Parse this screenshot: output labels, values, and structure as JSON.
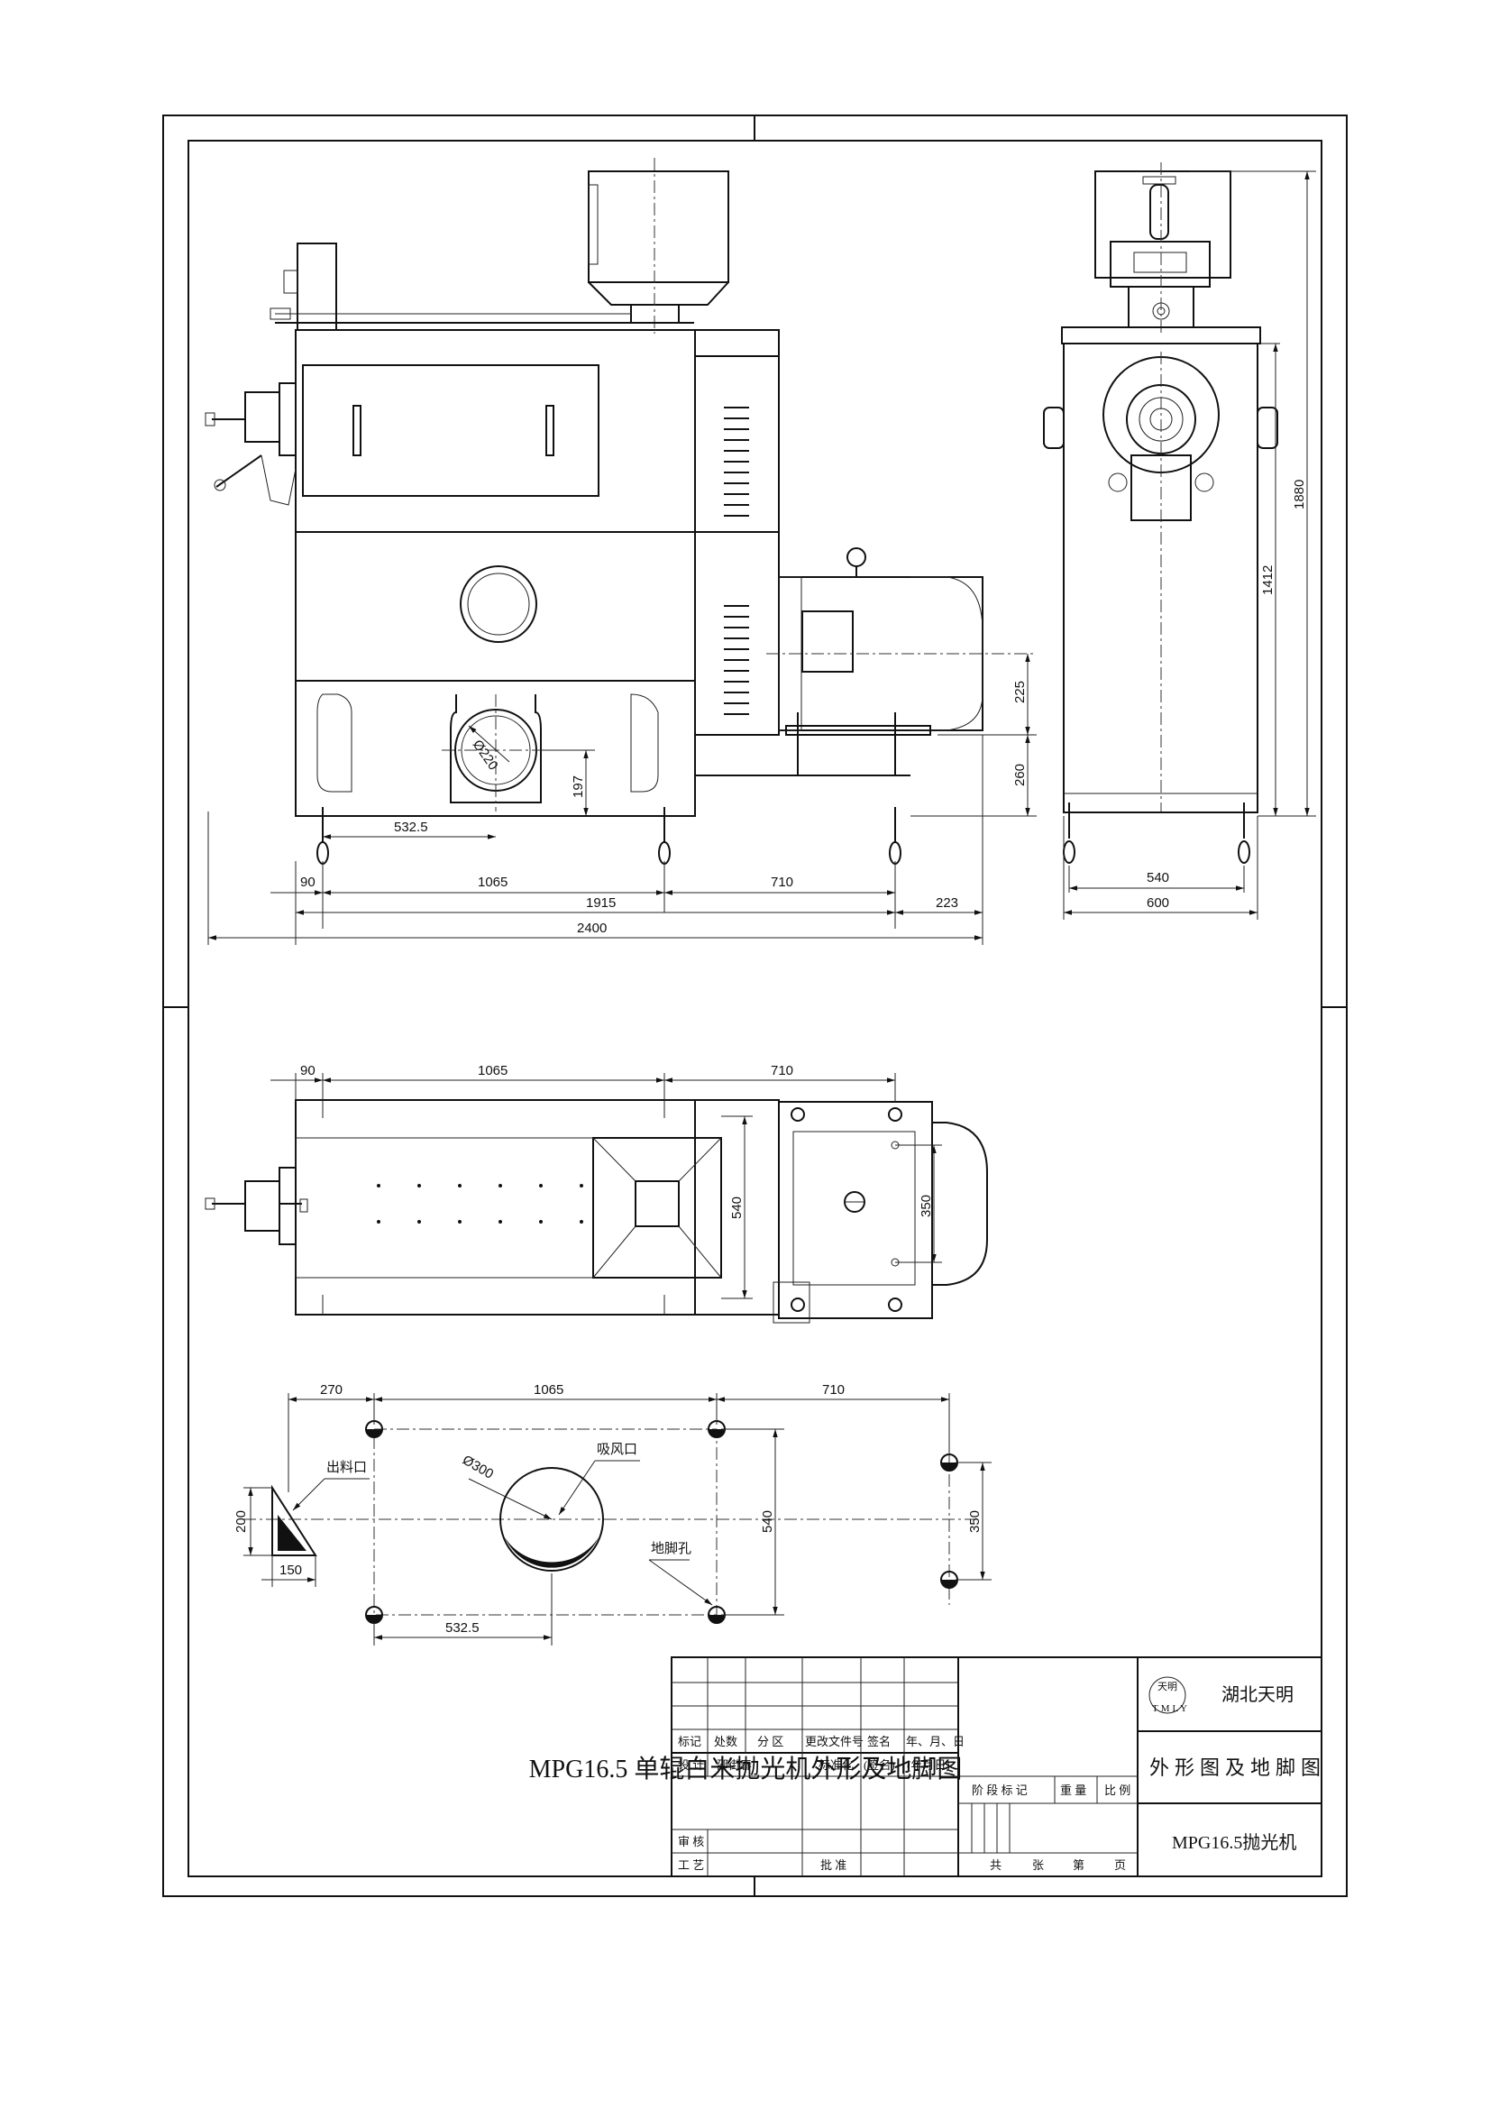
{
  "dimensions": {
    "front_view": {
      "d_220": "Ø220",
      "h_197": "197",
      "h_225": "225",
      "h_260": "260",
      "w_532_5": "532.5",
      "w_90": "90",
      "w_1065": "1065",
      "w_710": "710",
      "w_1915": "1915",
      "w_223": "223",
      "w_2400": "2400"
    },
    "side_view": {
      "h_1880": "1880",
      "h_1412": "1412",
      "w_540": "540",
      "w_600": "600"
    },
    "top_view": {
      "w_90": "90",
      "w_1065": "1065",
      "w_710": "710",
      "h_540": "540",
      "h_350": "350"
    },
    "foundation_plan": {
      "w_270": "270",
      "w_1065": "1065",
      "w_710": "710",
      "h_200": "200",
      "w_150": "150",
      "d_300": "Ø300",
      "w_532_5": "532.5",
      "h_540": "540",
      "h_350": "350"
    }
  },
  "labels": {
    "outlet": "出料口",
    "suction_port": "吸风口",
    "anchor_hole": "地脚孔"
  },
  "title_block": {
    "company": "湖北天明",
    "logo_top": "天明",
    "logo_bottom": "TMLY",
    "drawing_title": "外形图及地脚图",
    "model": "MPG16.5抛光机",
    "row_headers": [
      "标记",
      "处数",
      "分 区",
      "更改文件号",
      "签名",
      "年、月、日"
    ],
    "design": "设 计",
    "designer": "邵街春",
    "standardization": "标准化",
    "sign_paren": "(签名)",
    "date_paren": "(年月日)",
    "stage_mark": "阶 段 标 记",
    "weight": "重 量",
    "scale": "比 例",
    "review": "审 核",
    "process": "工 艺",
    "approve": "批 准",
    "total": "共",
    "sheets": "张",
    "sheet_no": "第",
    "page": "页"
  },
  "caption": "MPG16.5 单辊白米抛光机外形及地脚图"
}
